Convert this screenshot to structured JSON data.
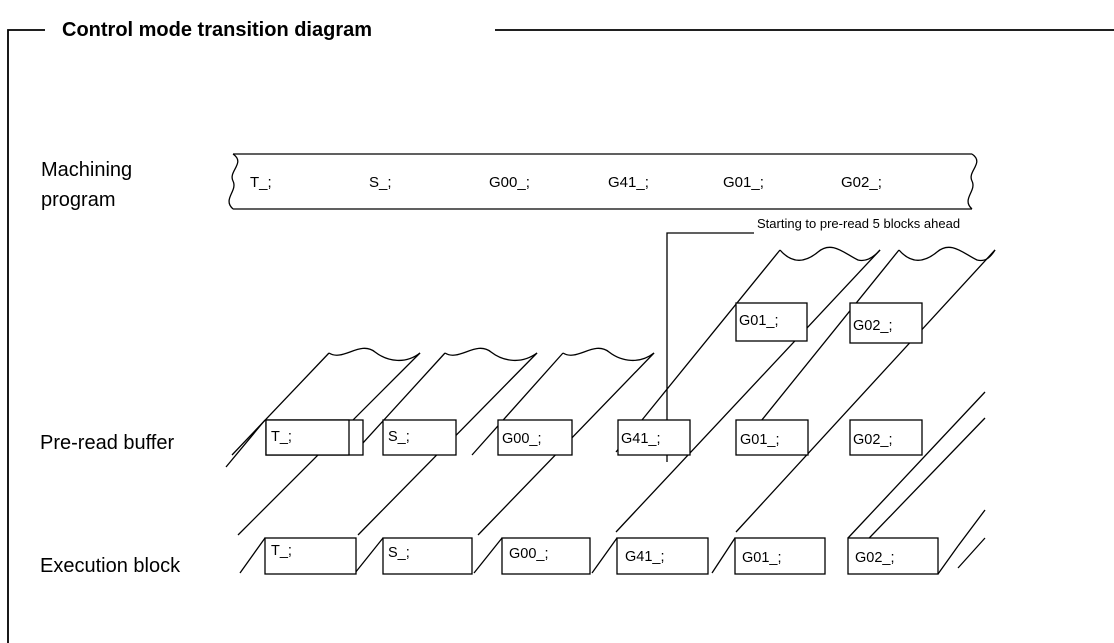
{
  "title": "Control mode transition diagram",
  "labels": {
    "machining_line1": "Machining",
    "machining_line2": "program",
    "preread": "Pre-read buffer",
    "execution": "Execution block"
  },
  "program_blocks": [
    "T_;",
    "S_;",
    "G00_;",
    "G41_;",
    "G01_;",
    "G02_;"
  ],
  "upper_buffer_blocks": [
    "G01_;",
    "G02_;"
  ],
  "preread_blocks": [
    "T_;",
    "S_;",
    "G00_;",
    "G41_;",
    "G01_;",
    "G02_;"
  ],
  "execution_blocks": [
    "T_;",
    "S_;",
    "G00_;",
    "G41_;",
    "G01_;",
    "G02_;"
  ],
  "annotation": "Starting to pre-read 5 blocks ahead"
}
